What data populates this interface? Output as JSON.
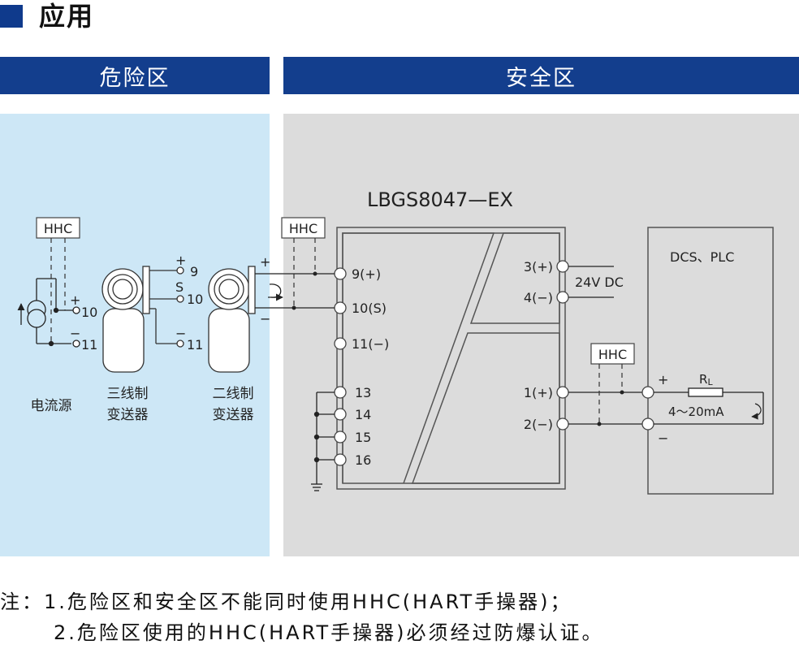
{
  "page_title": "应用",
  "zones": {
    "hazardous": "危险区",
    "safe": "安全区"
  },
  "device_model": "LBGS8047—EX",
  "hhc_label": "HHC",
  "left_devices": {
    "current_source": "电流源",
    "three_wire_l1": "三线制",
    "three_wire_l2": "变送器",
    "two_wire_l1": "二线制",
    "two_wire_l2": "变送器"
  },
  "left_terminals": {
    "plus": "+",
    "minus": "−",
    "t9": "9",
    "s": "S",
    "t10": "10",
    "t11": "11"
  },
  "module_terminals": {
    "left": [
      "9(+)",
      "10(S)",
      "11(−)",
      "13",
      "14",
      "15",
      "16"
    ],
    "right": [
      "3(+)",
      "4(−)",
      "1(+)",
      "2(−)"
    ]
  },
  "supply_label": "24V  DC",
  "dcs_label": "DCS、PLC",
  "rl_label": "R",
  "rl_sub": "L",
  "loop_label": "4～20mA",
  "dcs_plus": "+",
  "dcs_minus": "−",
  "notes": {
    "prefix": "注：",
    "line1": "1.危险区和安全区不能同时使用HHC(HART手操器)；",
    "line2": "2.危险区使用的HHC(HART手操器)必须经过防爆认证。"
  }
}
